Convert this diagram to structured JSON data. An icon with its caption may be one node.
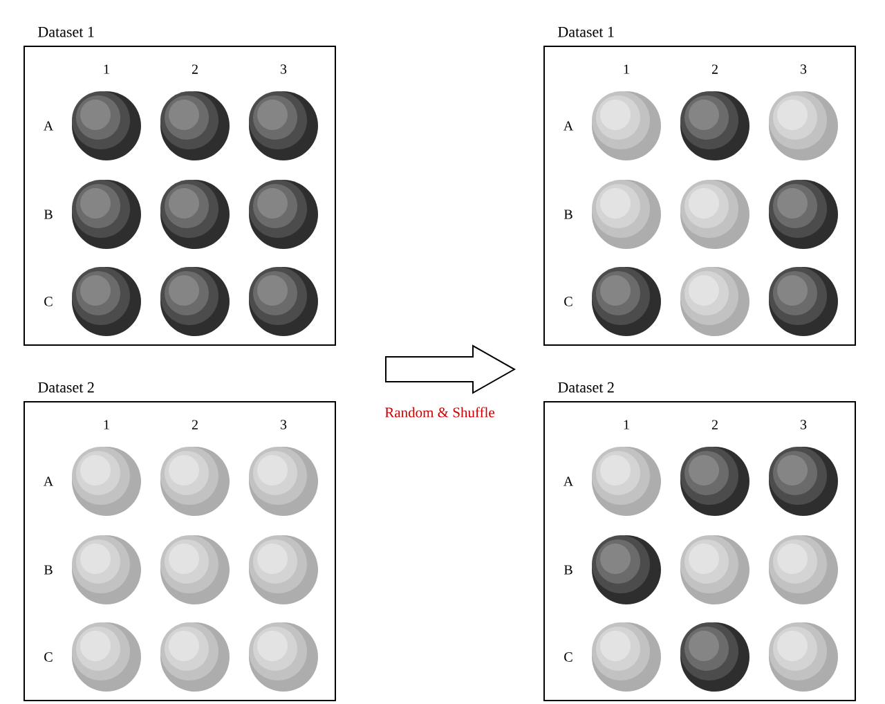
{
  "diagram": {
    "nodes": [
      {
        "text": [
          "Dataset 1"
        ]
      },
      {
        "text": [
          "Dataset 1"
        ]
      },
      {
        "text": [
          "Dataset 2"
        ]
      },
      {
        "text": [
          "Dataset 2"
        ]
      }
    ],
    "edges": [
      {
        "from": 0,
        "to": 1,
        "arrow": "to",
        "label": "Random & Shuffle"
      }
    ],
    "labels": [
      "1",
      "2",
      "3",
      "A",
      "B",
      "C",
      "1",
      "2",
      "3",
      "A",
      "B",
      "C",
      "1",
      "2",
      "3",
      "A",
      "B",
      "C",
      "1",
      "2",
      "3",
      "A",
      "B",
      "C"
    ]
  }
}
